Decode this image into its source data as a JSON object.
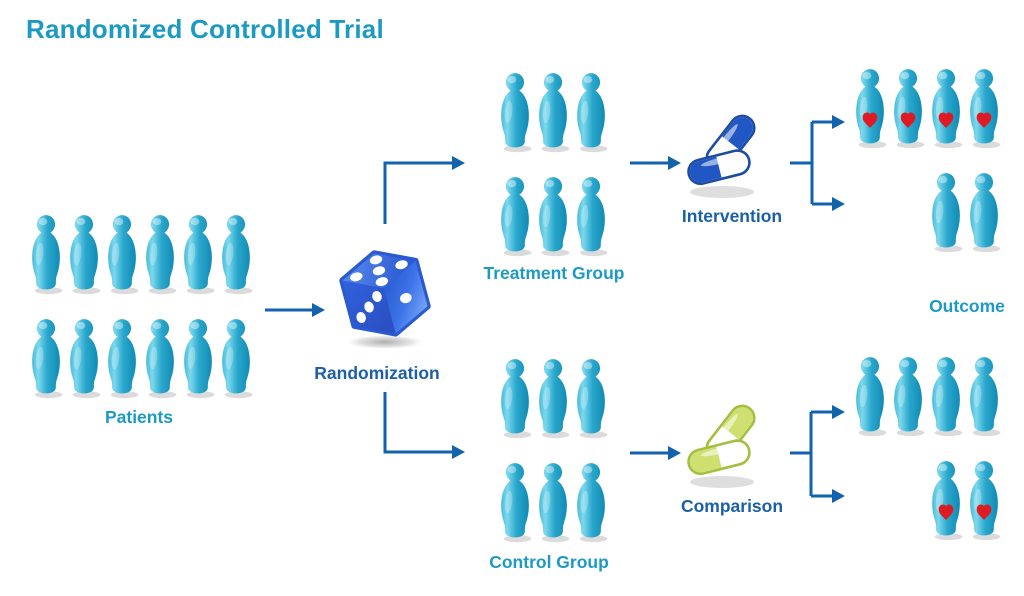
{
  "title": "Randomized Controlled Trial",
  "colors": {
    "teal_label": "#1d9ac2",
    "blue_label": "#1b5fa8",
    "arrow_blue": "#1262ae",
    "pawn_teal": "#2aa7cd",
    "heart_red": "#de1b24",
    "dice_blue": "#2a5ad0",
    "pill_blue": "#2157c4",
    "pill_green": "#cfe070",
    "background": "#ffffff"
  },
  "nodes": {
    "patients": {
      "label": "Patients",
      "pawn_count": 12,
      "rows": [
        {
          "count": 6
        },
        {
          "count": 6
        }
      ]
    },
    "randomization": {
      "label": "Randomization",
      "icon": "dice-icon",
      "dice_faces": {
        "top_pips": 5,
        "left_pips": 3,
        "right_pips": 1
      }
    },
    "treatment_group": {
      "label": "Treatment Group",
      "pawn_count": 6,
      "rows": [
        {
          "count": 3
        },
        {
          "count": 3
        }
      ]
    },
    "control_group": {
      "label": "Control Group",
      "pawn_count": 6,
      "rows": [
        {
          "count": 3
        },
        {
          "count": 3
        }
      ]
    },
    "intervention": {
      "label": "Intervention",
      "icon": "capsules-blue-icon",
      "capsule_count": 2
    },
    "comparison": {
      "label": "Comparison",
      "icon": "capsules-green-icon",
      "capsule_count": 2
    },
    "outcome": {
      "label": "Outcome"
    },
    "treatment_outcome": {
      "rows": [
        {
          "count": 4,
          "hearts": true
        },
        {
          "count": 2,
          "hearts": false,
          "align": "right"
        }
      ]
    },
    "control_outcome": {
      "rows": [
        {
          "count": 4,
          "hearts": false
        },
        {
          "count": 2,
          "hearts": true,
          "align": "right"
        }
      ]
    }
  },
  "edges": [
    {
      "from": "patients",
      "to": "randomization"
    },
    {
      "from": "randomization",
      "to": "treatment_group"
    },
    {
      "from": "randomization",
      "to": "control_group"
    },
    {
      "from": "treatment_group",
      "to": "intervention"
    },
    {
      "from": "intervention",
      "to": "treatment_outcome"
    },
    {
      "from": "control_group",
      "to": "comparison"
    },
    {
      "from": "comparison",
      "to": "control_outcome"
    }
  ]
}
